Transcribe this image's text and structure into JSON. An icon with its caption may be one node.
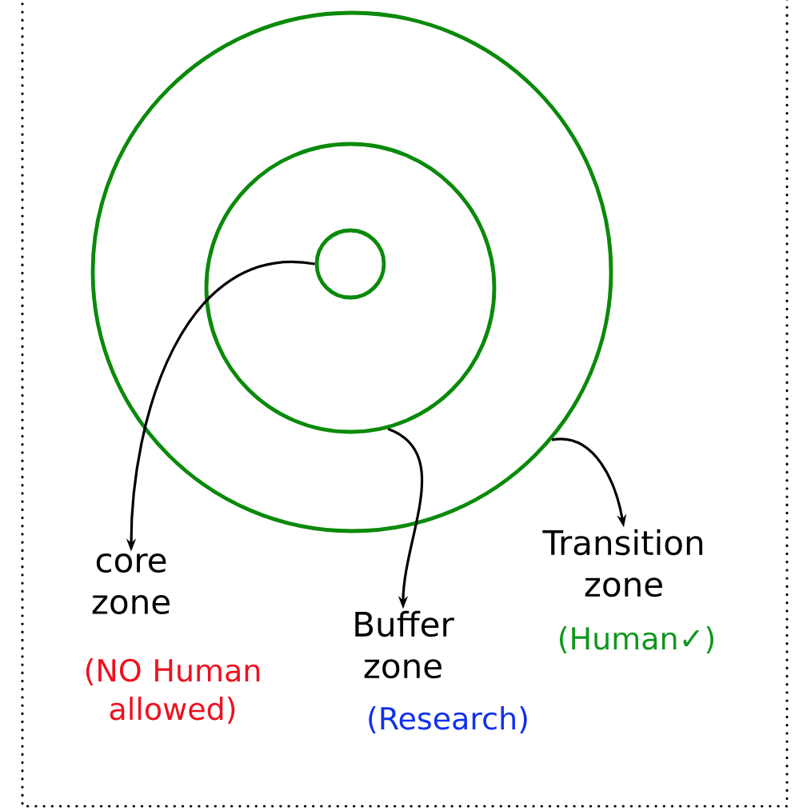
{
  "diagram": {
    "nodes": [
      {
        "text": [],
        "shape": "circle"
      },
      {
        "text": [],
        "shape": "circle",
        "in": 0
      },
      {
        "text": [],
        "shape": "circle",
        "in": 1
      },
      {
        "text": [
          "core zone"
        ],
        "beside": [
          "(NO Human allowed)"
        ]
      },
      {
        "text": [
          "Buffer zone"
        ],
        "beside": [
          "(Research)"
        ]
      },
      {
        "text": [
          "Transition zone"
        ],
        "beside": [
          "(Human✓)"
        ]
      }
    ],
    "edges": [
      {
        "from": 2,
        "to": 3,
        "arrow": "to"
      },
      {
        "from": 1,
        "to": 4,
        "arrow": "to"
      },
      {
        "from": 0,
        "to": 5,
        "arrow": "to"
      }
    ]
  }
}
